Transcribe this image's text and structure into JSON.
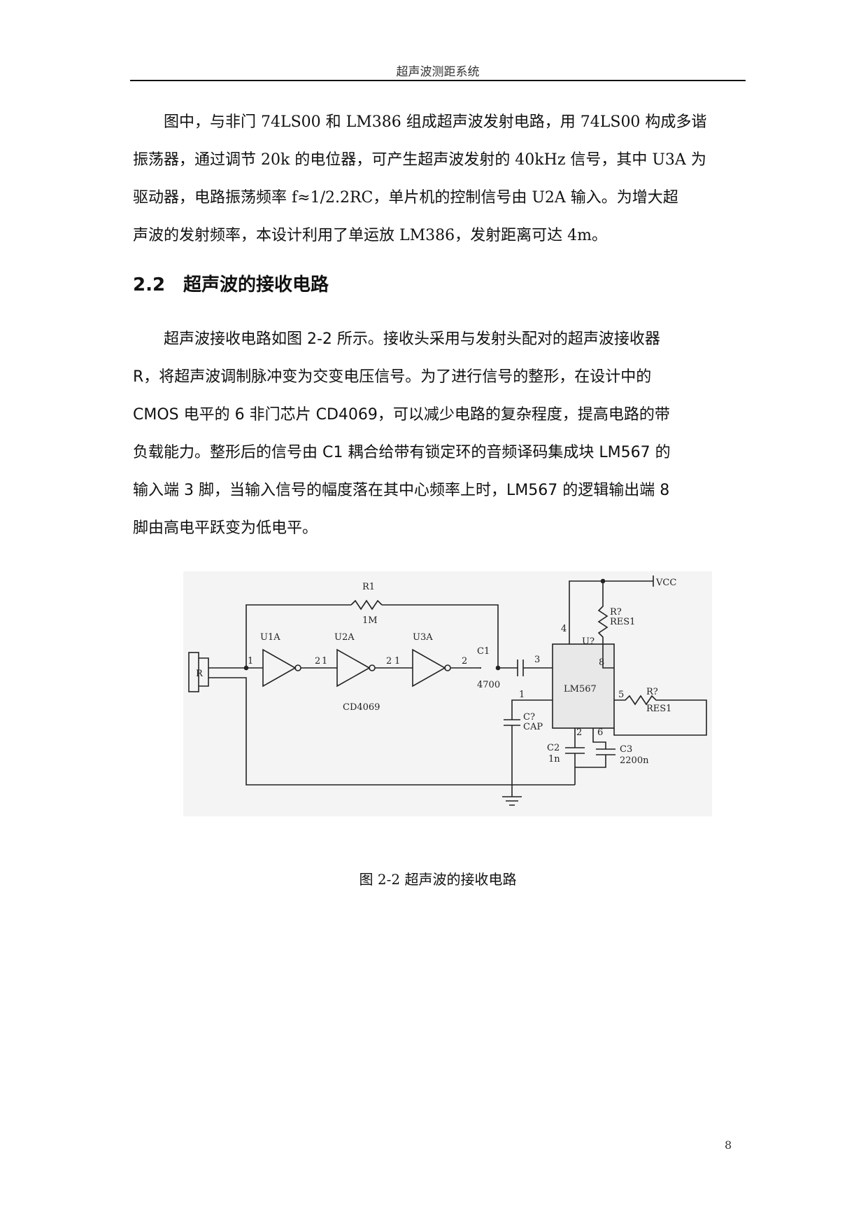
{
  "header": {
    "title": "超声波测距系统"
  },
  "paragraph1": {
    "lines": [
      "　　图中，与非门 74LS00 和 LM386 组成超声波发射电路，用 74LS00 构成多谐",
      "振荡器，通过调节 20k 的电位器，可产生超声波发射的 40kHz 信号，其中 U3A 为",
      "驱动器，电路振荡频率 f≈1/2.2RC，单片机的控制信号由 U2A 输入。为增大超",
      "声波的发射频率，本设计利用了单运放 LM386，发射距离可达 4m。"
    ]
  },
  "section": {
    "number": "2.2",
    "title": "超声波的接收电路"
  },
  "paragraph2": {
    "lines": [
      "　　超声波接收电路如图 2-2 所示。接收头采用与发射头配对的超声波接收器",
      "R，将超声波调制脉冲变为交变电压信号。为了进行信号的整形，在设计中的",
      "CMOS 电平的 6 非门芯片 CD4069，可以减少电路的复杂程度，提高电路的带",
      "负载能力。整形后的信号由 C1 耦合给带有锁定环的音频译码集成块 LM567 的",
      "输入端 3 脚，当输入信号的幅度落在其中心频率上时，LM567 的逻辑输出端 8",
      "脚由高电平跃变为低电平。"
    ]
  },
  "figure": {
    "labels": {
      "r1": "R1",
      "r1_value": "1M",
      "u1a": "U1A",
      "u2a": "U2A",
      "u3a": "U3A",
      "receiver": "R",
      "pin1_in": "1",
      "pin2_1": "2",
      "pin1_2": "1",
      "pin2_2": "2",
      "pin1_3": "1",
      "pin2_3": "2",
      "c1": "C1",
      "c1_value": "4700",
      "chip_name": "CD4069",
      "lm567": "LM567",
      "pin3": "3",
      "pin4": "4",
      "pin8": "8",
      "pin1": "1",
      "pin5": "5",
      "pin2": "2",
      "pin6": "6",
      "vcc": "VCC",
      "r_top": "R?",
      "r_top_value": "RES1",
      "u_label": "U?",
      "r_right": "R?",
      "r_right_value": "RES1",
      "c_cap": "C?",
      "c_cap_value": "CAP",
      "c2": "C2",
      "c2_value": "1n",
      "c3": "C3",
      "c3_value": "2200n"
    }
  },
  "caption": "图 2-2 超声波的接收电路",
  "page_number": "8"
}
